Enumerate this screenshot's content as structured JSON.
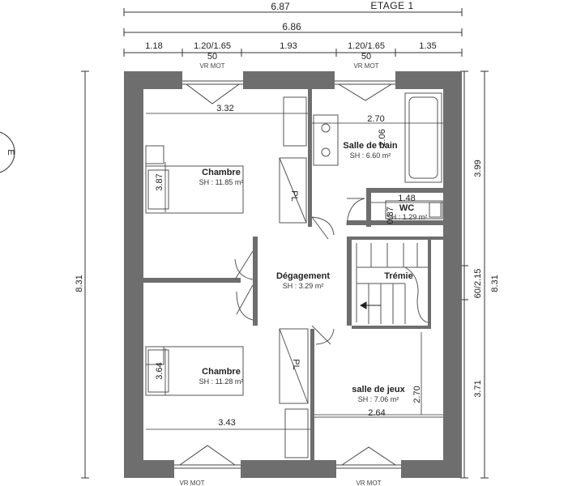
{
  "header": {
    "total_width_top": "6.87",
    "level_label": "ETAGE 1",
    "total_width_second": "6.86"
  },
  "segments_top": [
    "1.18",
    "1.20/1.65",
    "1.93",
    "1.20/1.65",
    "1.35"
  ],
  "window_labels_top": [
    {
      "height": "50",
      "type": "VR MOT"
    },
    {
      "height": "50",
      "type": "VR MOT"
    }
  ],
  "window_labels_bottom": [
    {
      "type": "VR MOT"
    },
    {
      "type": "VR MOT"
    }
  ],
  "dims_left": {
    "total_height": "8.31"
  },
  "dims_right": {
    "upper": "3.99",
    "middle": "60/2.15",
    "lower": "3.71",
    "total_height": "8.31"
  },
  "compass": {
    "letter": "E"
  },
  "rooms": [
    {
      "name": "Chambre",
      "area": "SH : 11.85 m²"
    },
    {
      "name": "Salle de bain",
      "area": "SH : 6.60 m²"
    },
    {
      "name": "WC",
      "area": "SH : 1.29 m²"
    },
    {
      "name": "Dégagement",
      "area": "SH : 3.29 m²"
    },
    {
      "name": "Trémie",
      "area": ""
    },
    {
      "name": "Chambre",
      "area": "SH : 11.28 m²"
    },
    {
      "name": "salle de jeux",
      "area": "SH : 7.06 m²"
    }
  ],
  "interior_dims": {
    "bedroom_top_width": "3.32",
    "bedroom_top_depth": "3.87",
    "bath_width": "2.70",
    "bath_depth": "2.06",
    "wc_width": "1.48",
    "wc_depth": "0.87",
    "bedroom_bottom_depth": "3.64",
    "bedroom_bottom_width": "3.43",
    "games_depth": "2.70",
    "games_width": "2.64"
  },
  "closet_labels": [
    "PL",
    "PL"
  ]
}
